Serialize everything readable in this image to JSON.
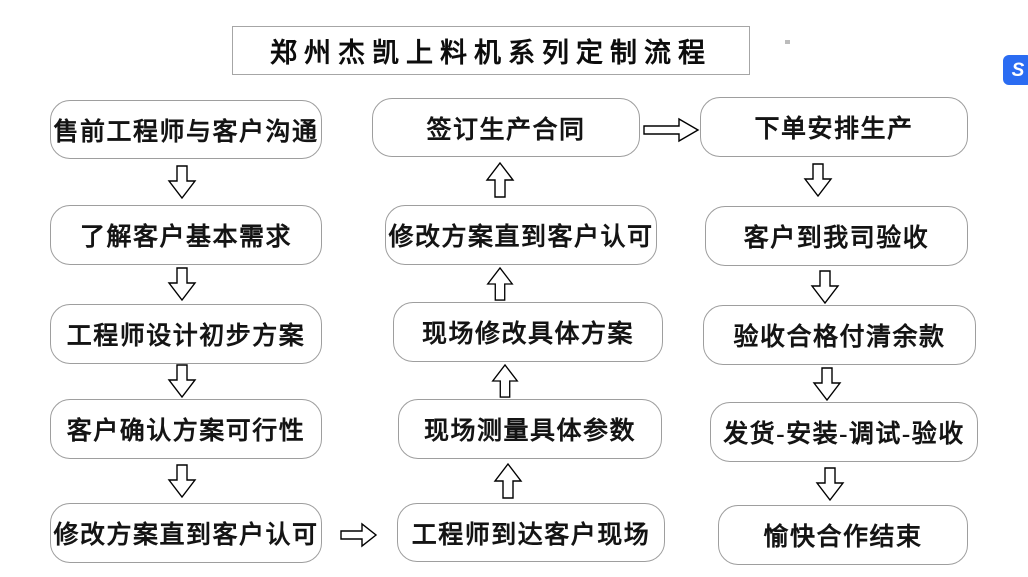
{
  "title": "郑州杰凯上料机系列定制流程",
  "flow": {
    "left": [
      "售前工程师与客户沟通",
      "了解客户基本需求",
      "工程师设计初步方案",
      "客户确认方案可行性",
      "修改方案直到客户认可"
    ],
    "middle": [
      "签订生产合同",
      "修改方案直到客户认可",
      "现场修改具体方案",
      "现场测量具体参数",
      "工程师到达客户现场"
    ],
    "right": [
      "下单安排生产",
      "客户到我司验收",
      "验收合格付清余款",
      "发货-安装-调试-验收",
      "愉快合作结束"
    ]
  },
  "logo": {
    "glyph": "S"
  },
  "colors": {
    "box_border": "#9e9e9e",
    "title_border": "#a6a6a6",
    "text": "#141414",
    "logo_blue": "#2b6cf2",
    "background": "#ffffff"
  }
}
